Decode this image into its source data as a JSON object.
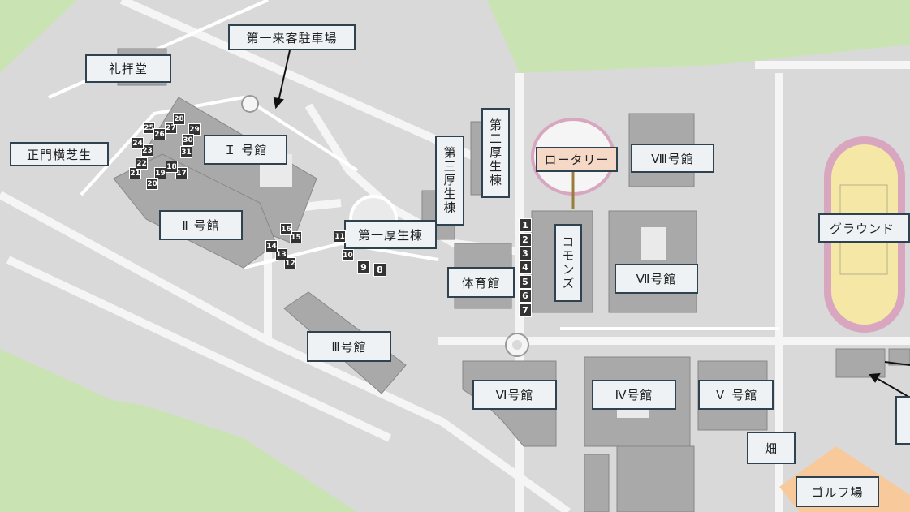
{
  "map": {
    "labels": {
      "dai1_raikyaku": "第一来客駐車場",
      "raihaido": "礼拝堂",
      "seimon": "正門横芝生",
      "bldg1": "Ｉ 号館",
      "bldg2": "Ⅱ 号館",
      "bldg3": "Ⅲ号館",
      "bldg4": "Ⅳ号館",
      "bldg5": "Ｖ 号館",
      "bldg6": "Ⅵ号館",
      "bldg7": "Ⅶ号館",
      "bldg8": "Ⅷ号館",
      "dai1_kousei": "第一厚生棟",
      "dai2_kousei": "第二厚生棟",
      "dai3_kousei": "第三厚生棟",
      "rotary": "ロータリー",
      "commons": "コモンズ",
      "taiikukan": "体育館",
      "ground": "グラウンド",
      "hatake": "畑",
      "golf": "ゴルフ場"
    },
    "markers": {
      "m1": "1",
      "m2": "2",
      "m3": "3",
      "m4": "4",
      "m5": "5",
      "m6": "6",
      "m7": "7",
      "m8": "8",
      "m9": "9",
      "m10": "10",
      "m11": "11",
      "m12": "12",
      "m13": "13",
      "m14": "14",
      "m15": "15",
      "m16": "16",
      "m17": "17",
      "m18": "18",
      "m19": "19",
      "m20": "20",
      "m21": "21",
      "m22": "22",
      "m23": "23",
      "m24": "24",
      "m25": "25",
      "m26": "26",
      "m27": "27",
      "m28": "28",
      "m29": "29",
      "m30": "30",
      "m31": "31"
    },
    "colors": {
      "grass": "#c9e4b2",
      "campus": "#d9d9d9",
      "road": "#f2f2f2",
      "building": "#a9a9a9",
      "track": "#f5e7a6",
      "golf": "#f7c99b",
      "label_border": "#2f4250"
    }
  }
}
